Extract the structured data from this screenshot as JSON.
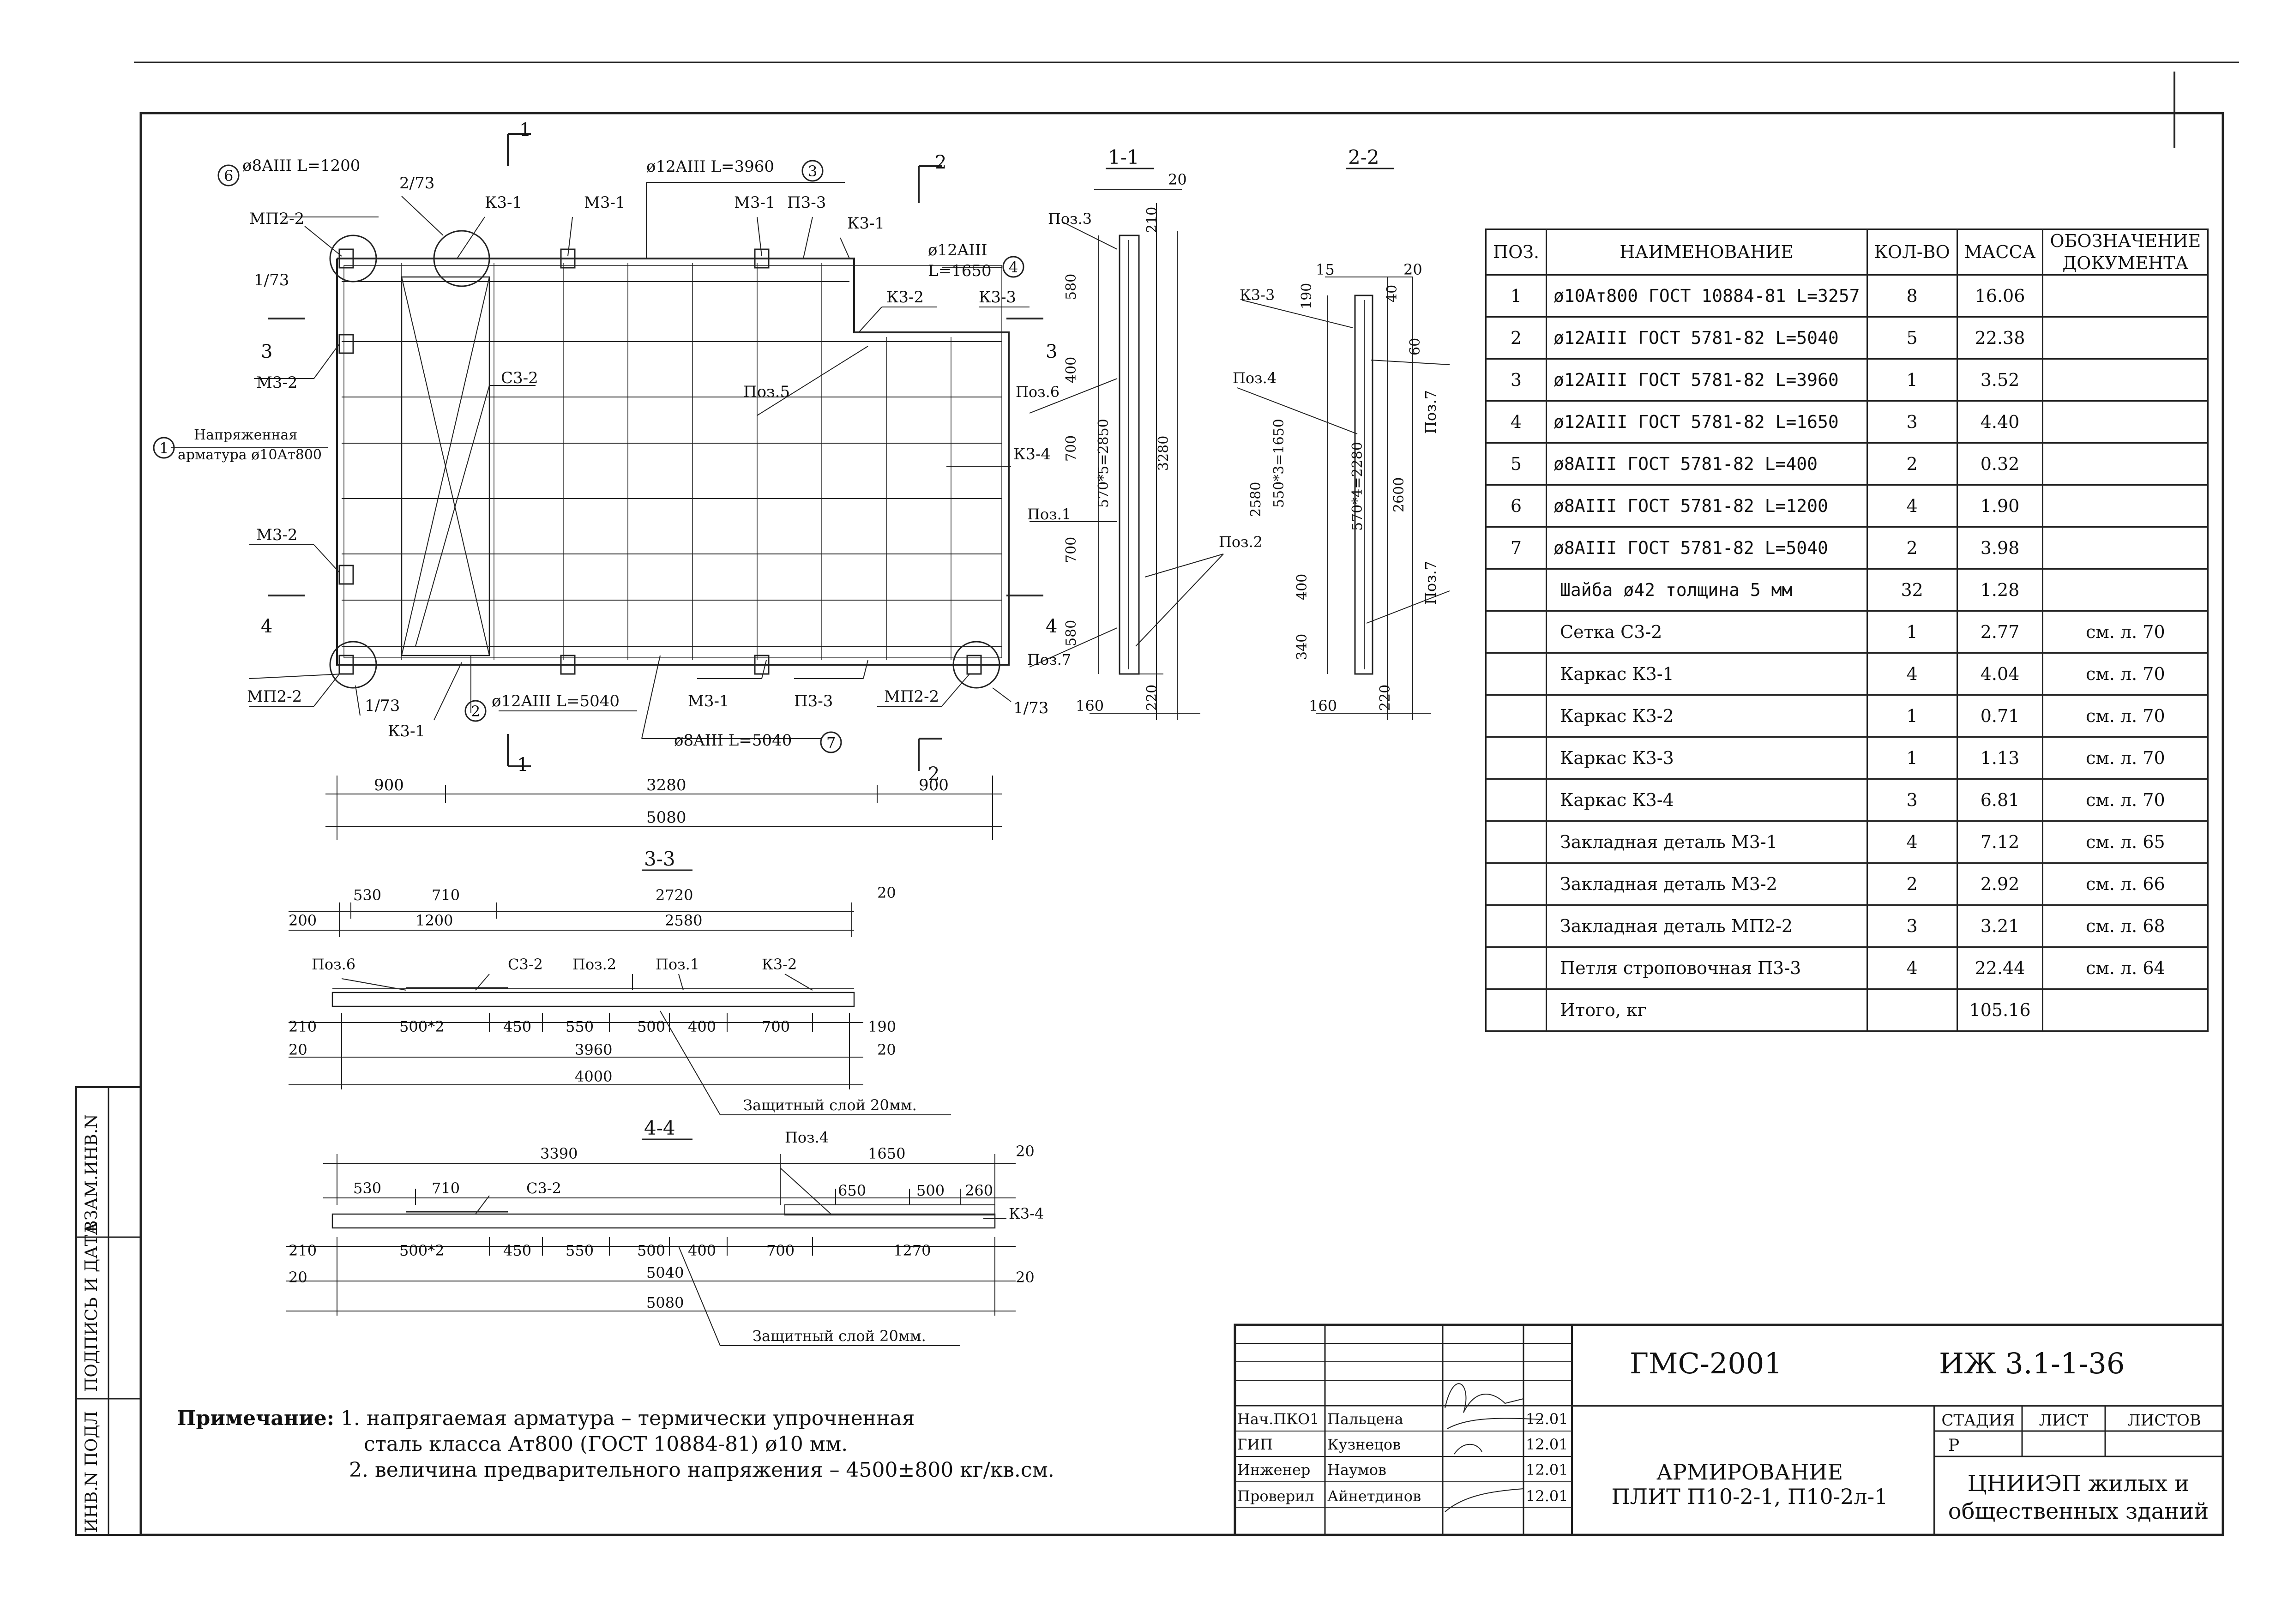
{
  "sections": {
    "s11": "1-1",
    "s22": "2-2",
    "s33": "3-3",
    "s44": "4-4",
    "cut1": "1",
    "cut2": "2",
    "cut3": "3",
    "cut4": "4"
  },
  "plan_labels": {
    "p6": "6",
    "p6_text": "ø8AIII L=1200",
    "p3": "3",
    "p3_text": "ø12AIII L=3960",
    "p4": "4",
    "p4_text1": "ø12AIII",
    "p4_text2": "L=1650",
    "p2": "2",
    "p2_text": "ø12AIII L=5040",
    "p7": "7",
    "p7_text": "ø8AIII L=5040",
    "p1": "1",
    "p1_text1": "Напряженная",
    "p1_text2": "арматура ø10Ат800",
    "mp22_a": "МП2-2",
    "mp22_b": "МП2-2",
    "mp22_c": "МП2-2",
    "m32_a": "М3-2",
    "m32_b": "М3-2",
    "m31_a": "М3-1",
    "m31_b": "М3-1",
    "m31_c": "М3-1",
    "k31_a": "К3-1",
    "k31_b": "К3-1",
    "k31_c": "К3-1",
    "k32": "К3-2",
    "k33": "К3-3",
    "k34": "К3-4",
    "c32": "С3-2",
    "p33_a": "П3-3",
    "p33_b": "П3-3",
    "ref273": "2/73",
    "ref173_a": "1/73",
    "ref173_b": "1/73",
    "ref173_c": "1/73",
    "poz5": "Поз.5"
  },
  "plan_dims": {
    "d900a": "900",
    "d3280": "3280",
    "d900b": "900",
    "d5080": "5080"
  },
  "sec11": {
    "poz3": "Поз.3",
    "poz6": "Поз.6",
    "poz1": "Поз.1",
    "poz7": "Поз.7",
    "poz2": "Поз.2",
    "d20": "20",
    "d210": "210",
    "d580a": "580",
    "d400": "400",
    "d700a": "700",
    "d700b": "700",
    "d580b": "580",
    "d5705": "570*5=2850",
    "d3280": "3280",
    "d160": "160",
    "d220": "220"
  },
  "sec22": {
    "k33": "К3-3",
    "poz4": "Поз.4",
    "poz7a": "Поз.7",
    "poz7b": "Поз.7",
    "d15": "15",
    "d20": "20",
    "d190": "190",
    "d40": "40",
    "d60": "60",
    "d5503": "550*3=1650",
    "d400": "400",
    "d340": "340",
    "d2580": "2580",
    "d5704": "570*4=2280",
    "d2600": "2600",
    "d160": "160",
    "d220": "220"
  },
  "sec33": {
    "d530": "530",
    "d710": "710",
    "d2720": "2720",
    "d20a": "20",
    "d200": "200",
    "d1200": "1200",
    "d2580": "2580",
    "poz6": "Поз.6",
    "c32": "С3-2",
    "poz2": "Поз.2",
    "poz1": "Поз.1",
    "k32": "К3-2",
    "d210": "210",
    "d5002": "500*2",
    "d450": "450",
    "d550": "550",
    "d500": "500",
    "d400": "400",
    "d700": "700",
    "d190": "190",
    "d20b": "20",
    "d3960": "3960",
    "d20c": "20",
    "d4000": "4000",
    "cover": "Защитный слой 20мм."
  },
  "sec44": {
    "d3390": "3390",
    "poz4": "Поз.4",
    "d1650": "1650",
    "d20a": "20",
    "d530": "530",
    "d710": "710",
    "c32": "С3-2",
    "d650": "650",
    "d500a": "500",
    "d260": "260",
    "k34": "К3-4",
    "d210": "210",
    "d5002": "500*2",
    "d450": "450",
    "d550": "550",
    "d500b": "500",
    "d400": "400",
    "d700": "700",
    "d1270": "1270",
    "d20b": "20",
    "d5040": "5040",
    "d20c": "20",
    "d5080": "5080",
    "cover": "Защитный слой 20мм."
  },
  "spec": {
    "headers": [
      "ПОЗ.",
      "НАИМЕНОВАНИЕ",
      "КОЛ-ВО",
      "МАССА",
      "ОБОЗНАЧЕНИЕ ДОКУМЕНТА"
    ],
    "rows": [
      [
        "1",
        "ø10Ат800 ГОСТ 10884-81 L=3257",
        "8",
        "16.06",
        ""
      ],
      [
        "2",
        "ø12AIII  ГОСТ 5781-82  L=5040",
        "5",
        "22.38",
        ""
      ],
      [
        "3",
        "ø12AIII  ГОСТ 5781-82  L=3960",
        "1",
        "3.52",
        ""
      ],
      [
        "4",
        "ø12AIII  ГОСТ 5781-82  L=1650",
        "3",
        "4.40",
        ""
      ],
      [
        "5",
        "ø8AIII   ГОСТ 5781-82  L=400",
        "2",
        "0.32",
        ""
      ],
      [
        "6",
        "ø8AIII   ГОСТ 5781-82  L=1200",
        "4",
        "1.90",
        ""
      ],
      [
        "7",
        "ø8AIII   ГОСТ 5781-82  L=5040",
        "2",
        "3.98",
        ""
      ],
      [
        "",
        "Шайба ø42 толщина 5 мм",
        "32",
        "1.28",
        ""
      ],
      [
        "",
        "Сетка С3-2",
        "1",
        "2.77",
        "см. л. 70"
      ],
      [
        "",
        "Каркас К3-1",
        "4",
        "4.04",
        "см. л. 70"
      ],
      [
        "",
        "Каркас К3-2",
        "1",
        "0.71",
        "см. л. 70"
      ],
      [
        "",
        "Каркас К3-3",
        "1",
        "1.13",
        "см. л. 70"
      ],
      [
        "",
        "Каркас К3-4",
        "3",
        "6.81",
        "см. л. 70"
      ],
      [
        "",
        "Закладная деталь М3-1",
        "4",
        "7.12",
        "см. л. 65"
      ],
      [
        "",
        "Закладная деталь М3-2",
        "2",
        "2.92",
        "см. л. 66"
      ],
      [
        "",
        "Закладная деталь МП2-2",
        "3",
        "3.21",
        "см. л. 68"
      ],
      [
        "",
        "Петля строповочная П3-3",
        "4",
        "22.44",
        "см. л. 64"
      ],
      [
        "",
        "Итого, кг",
        "",
        "105.16",
        ""
      ]
    ]
  },
  "notes": {
    "label": "Примечание:",
    "n1a": "1. напрягаемая арматура – термически упрочненная",
    "n1b": "сталь класса Ат800 (ГОСТ 10884-81) ø10 мм.",
    "n2": "2. величина предварительного напряжения – 4500±800 кг/кв.см."
  },
  "side": {
    "s1": "ИНВ.N ПОДЛ",
    "s2": "ПОДПИСЬ И ДАТА",
    "s3": "ВЗАМ.ИНВ.N"
  },
  "title_block": {
    "code1": "ГМС-2001",
    "code2": "ИЖ 3.1-1-36",
    "roles": [
      "Нач.ПКО1",
      "ГИП",
      "Инженер",
      "Проверил"
    ],
    "names": [
      "Пальцена",
      "Кузнецов",
      "Наумов",
      "Айнетдинов"
    ],
    "dates": [
      "12.01",
      "12.01",
      "12.01",
      "12.01"
    ],
    "title1": "АРМИРОВАНИЕ",
    "title2": "ПЛИТ П10-2-1, П10-2л-1",
    "stage_h": "СТАДИЯ",
    "sheet_h": "ЛИСТ",
    "sheets_h": "ЛИСТОВ",
    "stage": "Р",
    "org1": "ЦНИИЭП жилых и",
    "org2": "общественных зданий"
  }
}
